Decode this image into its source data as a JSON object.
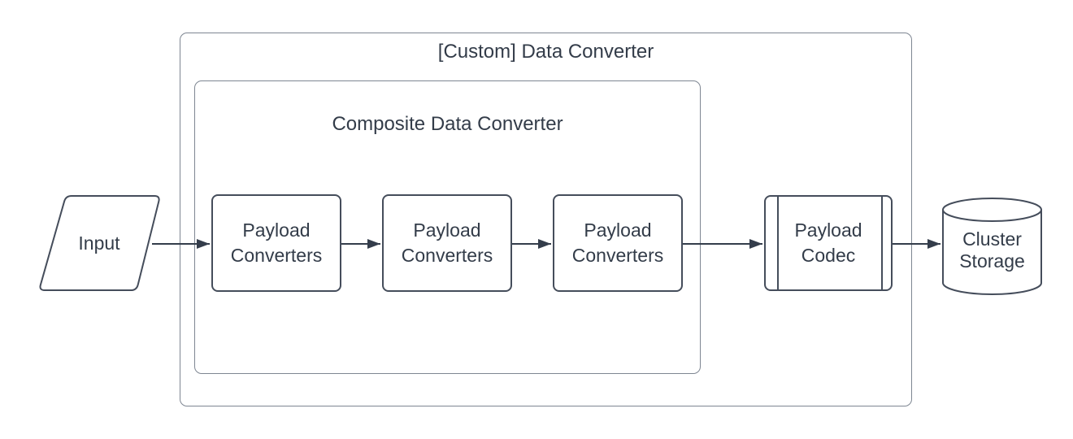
{
  "containers": {
    "outer": {
      "label": "[Custom] Data Converter"
    },
    "inner": {
      "label": "Composite Data Converter"
    }
  },
  "nodes": {
    "input": {
      "label": "Input",
      "shape": "parallelogram"
    },
    "converter1": {
      "label": "Payload\nConverters",
      "shape": "rounded-rectangle"
    },
    "converter2": {
      "label": "Payload\nConverters",
      "shape": "rounded-rectangle"
    },
    "converter3": {
      "label": "Payload\nConverters",
      "shape": "rounded-rectangle"
    },
    "codec": {
      "label": "Payload\nCodec",
      "shape": "predefined-process"
    },
    "storage": {
      "label": "Cluster\nStorage",
      "shape": "cylinder"
    }
  },
  "colors": {
    "stroke_shape": "#454d5b",
    "stroke_container": "#7e8692",
    "stroke_arrow": "#343d4b",
    "text": "#333c49",
    "background": "#ffffff"
  }
}
